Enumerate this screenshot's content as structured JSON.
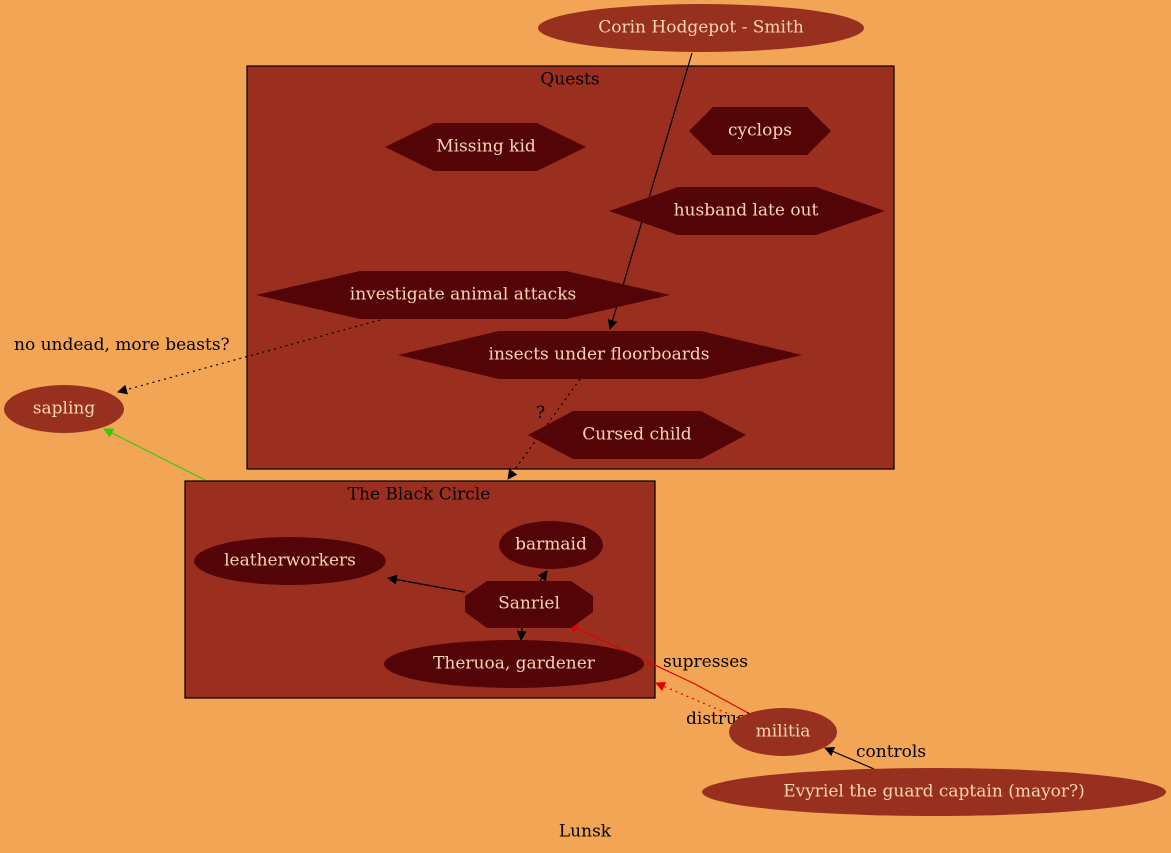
{
  "graph": {
    "title": "Lunsk",
    "colors": {
      "background": "#f2a555",
      "cluster_fill": "#9b2f1f",
      "outer_node_fill": "#97301e",
      "inner_node_fill": "#520406",
      "node_text": "#fcd6b4",
      "edge_default": "#000000",
      "edge_red": "#e00000",
      "edge_green": "#33cc00"
    },
    "clusters": {
      "quests": "Quests",
      "black_circle": "The Black Circle"
    },
    "nodes": {
      "corin": "Corin Hodgepot - Smith",
      "missing_kid": "Missing kid",
      "cyclops": "cyclops",
      "husband": "husband late out",
      "investigate": "investigate animal attacks",
      "insects": "insects under floorboards",
      "cursed_child": "Cursed child",
      "sapling": "sapling",
      "leatherworkers": "leatherworkers",
      "barmaid": "barmaid",
      "sanriel": "Sanriel",
      "theruoa": "Theruoa, gardener",
      "militia": "militia",
      "evyriel": "Evyriel the guard captain (mayor?)"
    },
    "edges": {
      "no_undead": "no undead, more beasts?",
      "question": "?",
      "supresses": "supresses",
      "distrusts": "distrusts",
      "controls": "controls"
    }
  }
}
